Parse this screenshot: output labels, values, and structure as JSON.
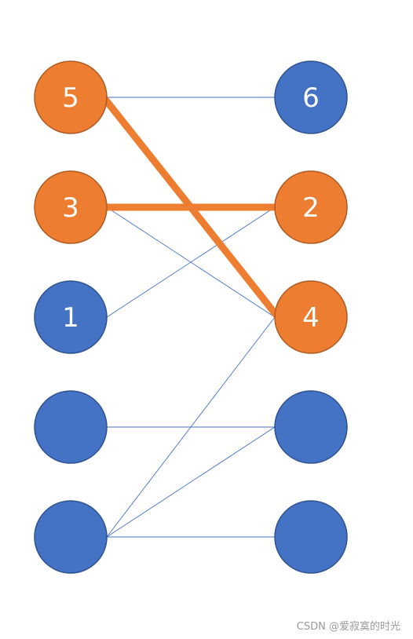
{
  "diagram": {
    "type": "bipartite-matching",
    "colors": {
      "unmatched_fill": "#4472C4",
      "unmatched_stroke": "#2F528F",
      "matched_fill": "#ED7D31",
      "matched_stroke": "#AE5A21",
      "thin_edge": "#4472C4",
      "matched_edge": "#ED7D31",
      "label": "#FFFFFF"
    },
    "left_nodes": [
      {
        "id": "L1",
        "label": "5",
        "matched": true
      },
      {
        "id": "L2",
        "label": "3",
        "matched": true
      },
      {
        "id": "L3",
        "label": "1",
        "matched": false
      },
      {
        "id": "L4",
        "label": "",
        "matched": false
      },
      {
        "id": "L5",
        "label": "",
        "matched": false
      }
    ],
    "right_nodes": [
      {
        "id": "R1",
        "label": "6",
        "matched": false
      },
      {
        "id": "R2",
        "label": "2",
        "matched": true
      },
      {
        "id": "R3",
        "label": "4",
        "matched": true
      },
      {
        "id": "R4",
        "label": "",
        "matched": false
      },
      {
        "id": "R5",
        "label": "",
        "matched": false
      }
    ],
    "edges": [
      {
        "from": "L1",
        "to": "R1",
        "matched": false
      },
      {
        "from": "L1",
        "to": "R3",
        "matched": true
      },
      {
        "from": "L2",
        "to": "R2",
        "matched": true
      },
      {
        "from": "L2",
        "to": "R3",
        "matched": false
      },
      {
        "from": "L3",
        "to": "R2",
        "matched": false
      },
      {
        "from": "L4",
        "to": "R4",
        "matched": false
      },
      {
        "from": "L5",
        "to": "R3",
        "matched": false
      },
      {
        "from": "L5",
        "to": "R4",
        "matched": false
      },
      {
        "from": "L5",
        "to": "R5",
        "matched": false
      }
    ]
  },
  "watermark": "CSDN @爱寂寞的时光"
}
